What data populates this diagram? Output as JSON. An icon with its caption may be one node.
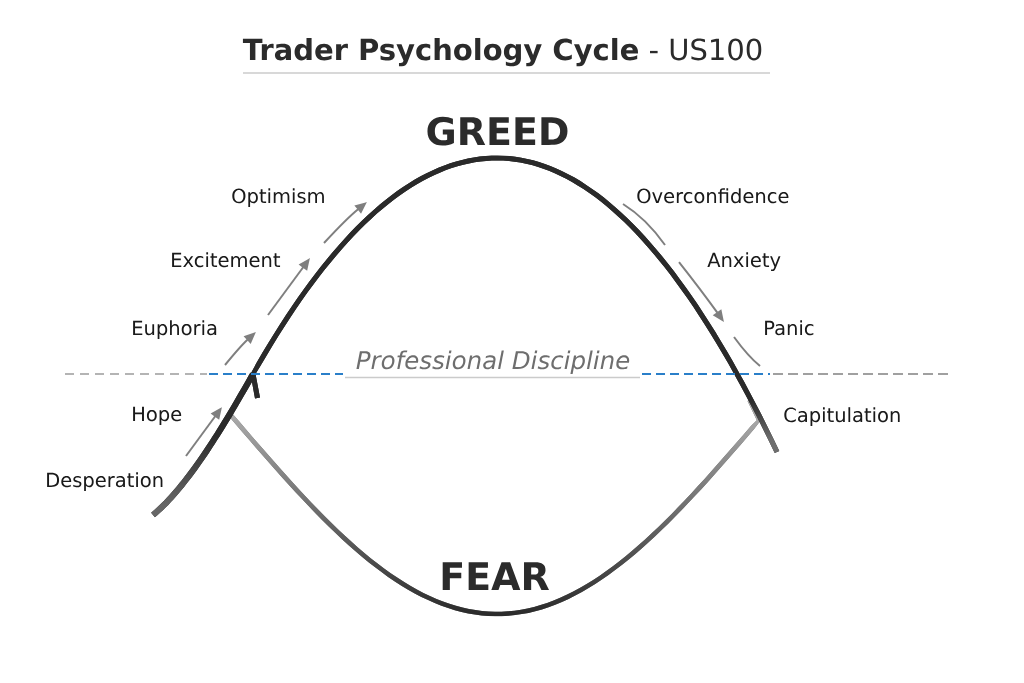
{
  "diagram": {
    "title": "**Trader Psychology Cycle** - US100",
    "labels": [
      "GREED",
      "Optimism",
      "Overconfidence",
      "Excitement",
      "Anxiety",
      "Euphoria",
      "Panic",
      "Professional Discipline",
      "Hope",
      "Capitulation",
      "Desperation",
      "FEAR"
    ]
  }
}
